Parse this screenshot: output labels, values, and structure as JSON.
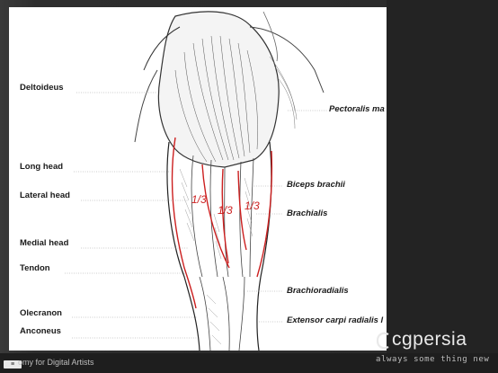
{
  "slide": {
    "labels_left": [
      {
        "key": "deltoideus",
        "text": "Deltoideus"
      },
      {
        "key": "long-head",
        "text": "Long head"
      },
      {
        "key": "lateral-head",
        "text": "Lateral head"
      },
      {
        "key": "medial-head",
        "text": "Medial head"
      },
      {
        "key": "tendon",
        "text": "Tendon"
      },
      {
        "key": "olecranon",
        "text": "Olecranon"
      },
      {
        "key": "anconeus",
        "text": "Anconeus"
      }
    ],
    "labels_right": [
      {
        "key": "pectoralis",
        "text": "Pectoralis ma"
      },
      {
        "key": "biceps",
        "text": "Biceps brachii"
      },
      {
        "key": "brachialis",
        "text": "Brachialis"
      },
      {
        "key": "brachioradialis",
        "text": "Brachioradialis"
      },
      {
        "key": "extensor",
        "text": "Extensor carpi radialis l"
      }
    ],
    "annotations": [
      "1/3",
      "1/3",
      "1/3"
    ],
    "annotation_color": "#cc1f1f"
  },
  "footer": {
    "menu_badge": "≡",
    "course_title": "omy for Digital Artists"
  },
  "logo": {
    "brand": "cgpersia",
    "tagline": "always some thing new"
  }
}
